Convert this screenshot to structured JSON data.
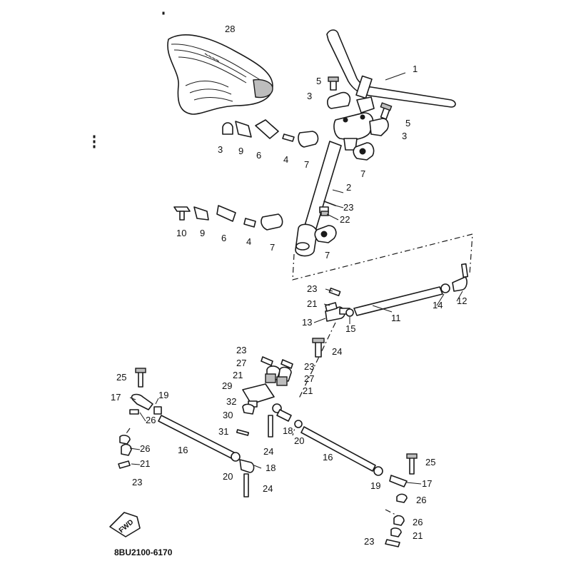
{
  "diagram_code": "8BU2100-6170",
  "fwd_label": "FWD",
  "callouts": {
    "c1": "1",
    "c2": "2",
    "c3a": "3",
    "c3b": "3",
    "c3c": "3",
    "c4a": "4",
    "c4b": "4",
    "c5a": "5",
    "c5b": "5",
    "c6a": "6",
    "c6b": "6",
    "c7a": "7",
    "c7b": "7",
    "c7c": "7",
    "c7d": "7",
    "c9a": "9",
    "c9b": "9",
    "c10": "10",
    "c11": "11",
    "c12": "12",
    "c13": "13",
    "c14": "14",
    "c15": "15",
    "c16a": "16",
    "c16b": "16",
    "c17a": "17",
    "c17b": "17",
    "c18a": "18",
    "c18b": "18",
    "c19a": "19",
    "c19b": "19",
    "c20a": "20",
    "c20b": "20",
    "c21a": "21",
    "c21b": "21",
    "c21c": "21",
    "c21d": "21",
    "c21e": "21",
    "c22": "22",
    "c23a": "23",
    "c23b": "23",
    "c23c": "23",
    "c23d": "23",
    "c23e": "23",
    "c23f": "23",
    "c24a": "24",
    "c24b": "24",
    "c24c": "24",
    "c25a": "25",
    "c25b": "25",
    "c26a": "26",
    "c26b": "26",
    "c26c": "26",
    "c26d": "26",
    "c27a": "27",
    "c27b": "27",
    "c28": "28",
    "c29": "29",
    "c30": "30",
    "c31": "31",
    "c32": "32"
  }
}
